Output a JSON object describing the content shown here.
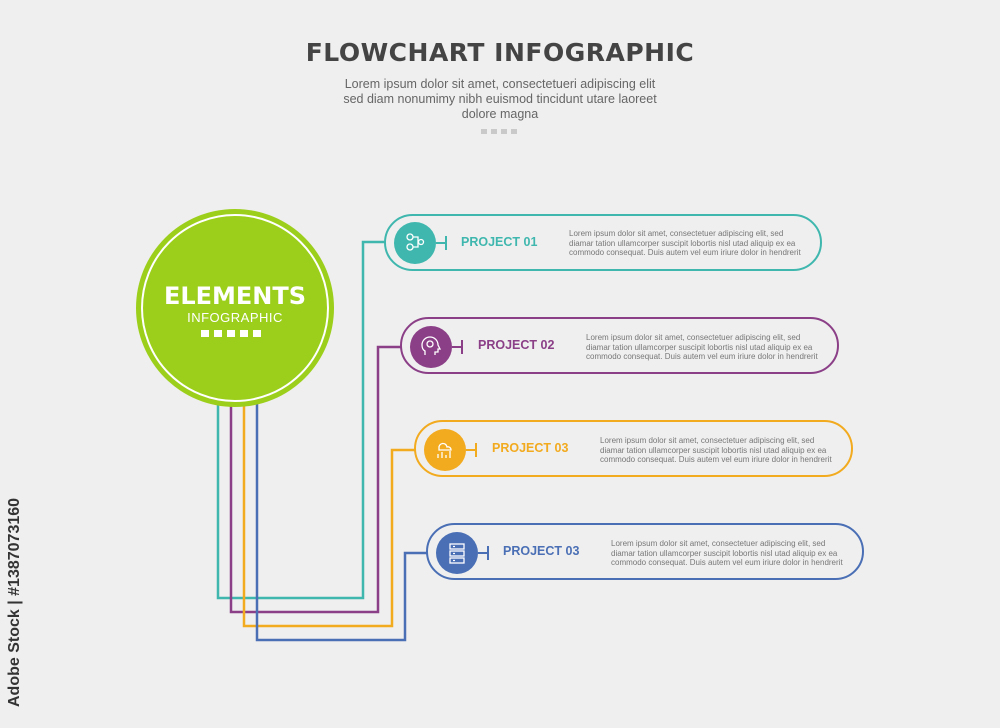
{
  "header": {
    "title": "FLOWCHART INFOGRAPHIC",
    "subtitle": "Lorem ipsum dolor sit amet, consectetueri adipiscing elit sed diam nonumimy nibh euismod tincidunt utare laoreet dolore magna"
  },
  "center": {
    "title": "ELEMENTS",
    "subtitle": "INFOGRAPHIC",
    "color": "#9ccf1b"
  },
  "projects": [
    {
      "label": "PROJECT 01",
      "description": "Lorem ipsum dolor sit amet, consectetuer adipiscing elit, sed diamar tation ullamcorper suscipit lobortis nisl utad aliquip ex ea commodo consequat. Duis autem vel eum iriure dolor in hendrerit",
      "color": "#3fb7ae",
      "icon": "brain-network-icon"
    },
    {
      "label": "PROJECT 02",
      "description": "Lorem ipsum dolor sit amet, consectetuer adipiscing elit, sed diamar tation ullamcorper suscipit lobortis nisl utad aliquip ex ea commodo consequat. Duis autem vel eum iriure dolor in hendrerit",
      "color": "#8b3f87",
      "icon": "head-gear-icon"
    },
    {
      "label": "PROJECT 03",
      "description": "Lorem ipsum dolor sit amet, consectetuer adipiscing elit, sed diamar tation ullamcorper suscipit lobortis nisl utad aliquip ex ea commodo consequat. Duis autem vel eum iriure dolor in hendrerit",
      "color": "#f2aa1f",
      "icon": "cloud-chart-icon"
    },
    {
      "label": "PROJECT 03",
      "description": "Lorem ipsum dolor sit amet, consectetuer adipiscing elit, sed diamar tation ullamcorper suscipit lobortis nisl utad aliquip ex ea commodo consequat. Duis autem vel eum iriure dolor in hendrerit",
      "color": "#4a6fb5",
      "icon": "server-rack-icon"
    }
  ],
  "watermark": "Adobe Stock | #1387073160"
}
